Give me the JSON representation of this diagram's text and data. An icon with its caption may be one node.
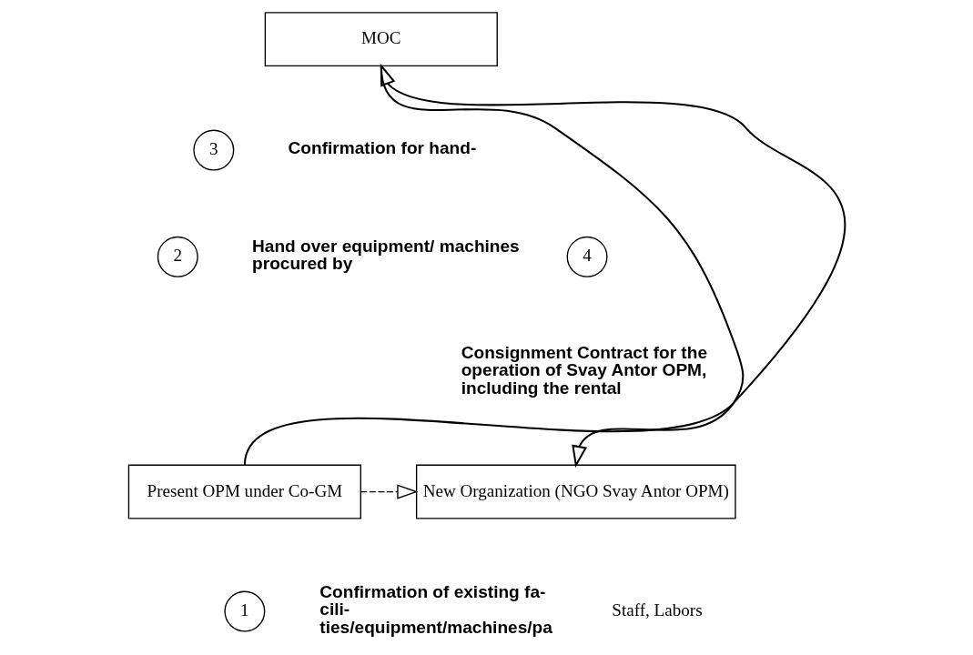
{
  "diagram": {
    "nodes": [
      {
        "text": [
          "MOC"
        ]
      },
      {
        "text": [
          "3"
        ]
      },
      {
        "text": [
          "2"
        ]
      },
      {
        "text": [
          "4"
        ]
      },
      {
        "text": [
          "Present OPM under Co-GM"
        ]
      },
      {
        "text": [
          "New Organization (NGO Svay Antor OPM)"
        ]
      },
      {
        "text": [
          "1"
        ]
      }
    ],
    "edges": [
      {
        "from": 4,
        "to": 0,
        "arrow": "to"
      },
      {
        "from": 0,
        "to": 5,
        "arrow": "to"
      },
      {
        "from": 4,
        "to": 5,
        "arrow": "to",
        "style": "dashed"
      }
    ],
    "labels": [
      "Confirmation for hand-",
      "Hand over equipment/ machines procured by",
      "Consignment Contract for the operation of Svay Antor OPM, including the rental",
      "Confirmation of existing fa- cili- ties/equipment/machines/pa",
      "Staff, Labors"
    ]
  }
}
